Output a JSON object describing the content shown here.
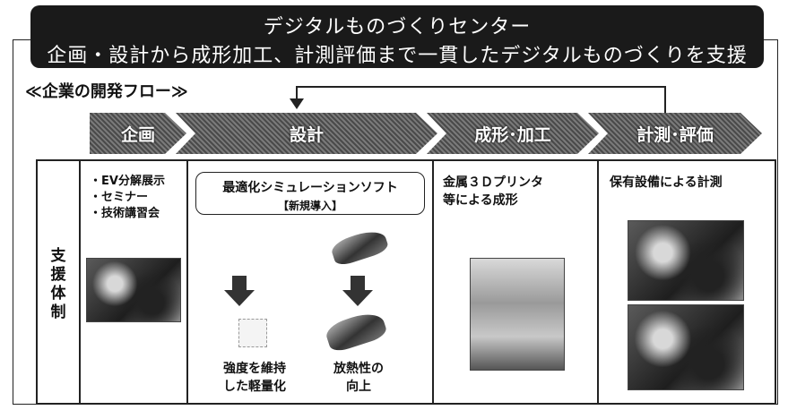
{
  "banner": {
    "title": "デジタルものづくりセンター",
    "subtitle": "企画・設計から成形加工、計測評価まで一貫したデジタルものづくりを支援"
  },
  "flow_label": "≪企業の開発フロー≫",
  "stages": [
    {
      "label": "企画"
    },
    {
      "label": "設計"
    },
    {
      "label": "成形･加工"
    },
    {
      "label": "計測･評価"
    }
  ],
  "support_label": "支援体制",
  "planning": {
    "bullets": [
      "・EV分解展示",
      "・セミナー",
      "・技術講習会"
    ],
    "photo": "car-exhibit-photo"
  },
  "design": {
    "box_title": "最適化シミュレーションソフト",
    "box_note": "【新規導入】",
    "result_left": [
      "強度を維持",
      "した軽量化"
    ],
    "result_right": [
      "放熱性の",
      "向上"
    ]
  },
  "forming": {
    "title": [
      "金属３Ｄプリンタ",
      "等による成形"
    ],
    "photo": "3d-printer-photo"
  },
  "measuring": {
    "title": "保有設備による計測",
    "photos": [
      "measuring-equipment-photo-1",
      "measuring-equipment-photo-2"
    ]
  },
  "colors": {
    "banner_bg": "#1a1a1a",
    "chevron": "#5a5a5a",
    "border": "#222222"
  }
}
